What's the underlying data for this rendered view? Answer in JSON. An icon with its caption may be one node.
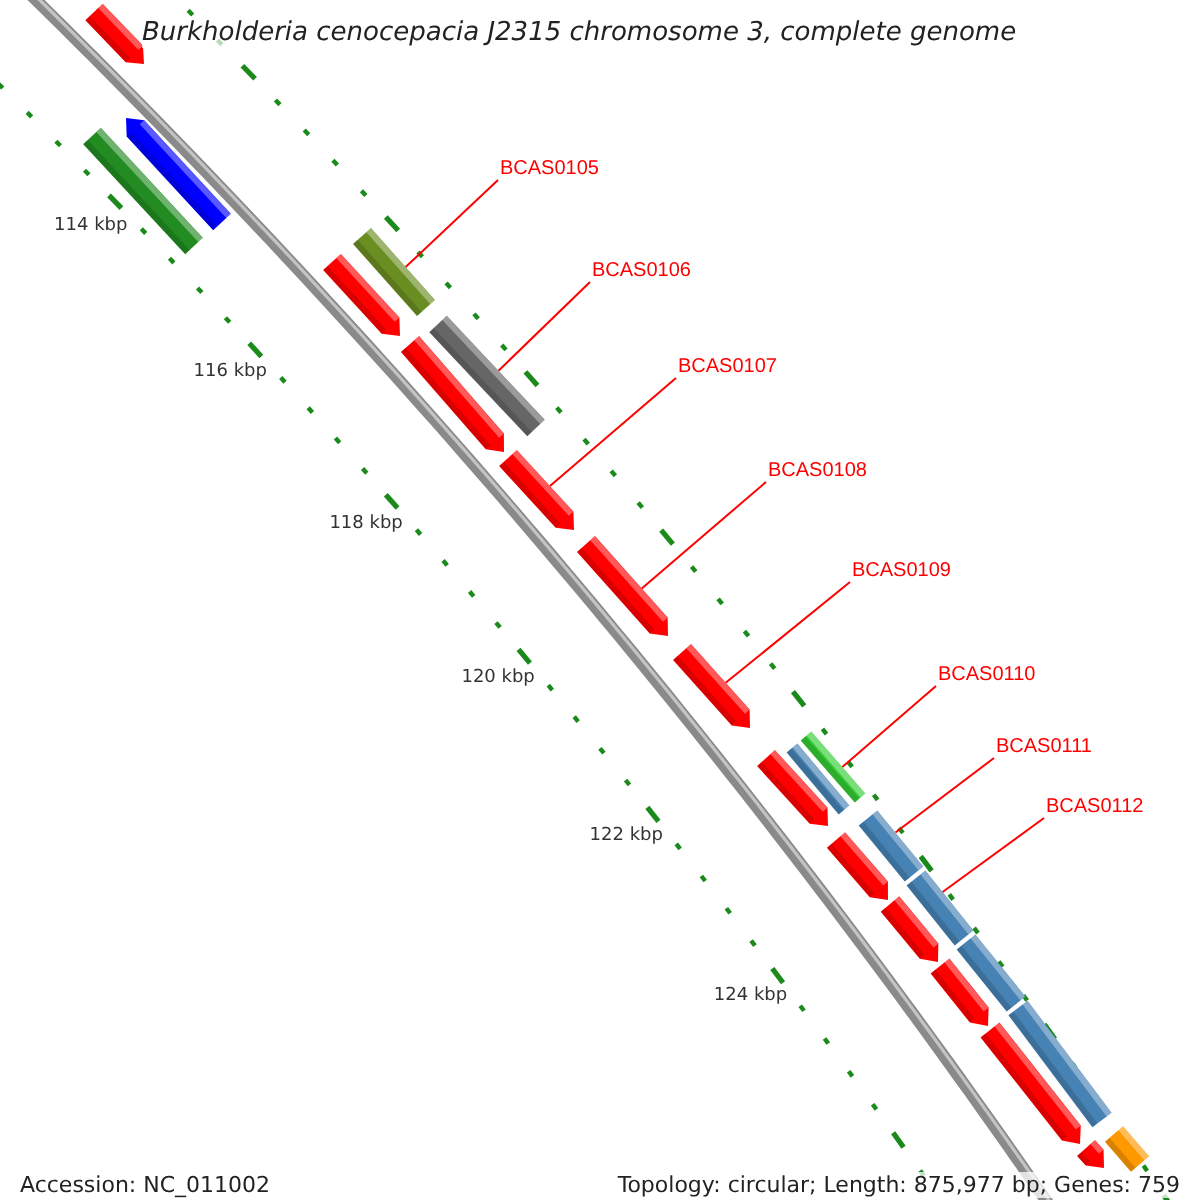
{
  "diagram": {
    "title": "Burkholderia cenocepacia J2315 chromosome 3, complete genome",
    "nodes": [
      {
        "text": [
          "BCAS0105"
        ]
      },
      {
        "text": [
          "BCAS0106"
        ]
      },
      {
        "text": [
          "BCAS0107"
        ]
      },
      {
        "text": [
          "BCAS0108"
        ]
      },
      {
        "text": [
          "BCAS0109"
        ]
      },
      {
        "text": [
          "BCAS0110"
        ]
      },
      {
        "text": [
          "BCAS0111"
        ]
      },
      {
        "text": [
          "BCAS0112"
        ]
      },
      {
        "text": [],
        "shape": "bar"
      },
      {
        "text": [],
        "shape": "bar"
      },
      {
        "text": [],
        "shape": "bar"
      },
      {
        "text": [],
        "shape": "bar"
      },
      {
        "text": [],
        "shape": "bar"
      },
      {
        "text": [],
        "shape": "bar"
      },
      {
        "text": [],
        "shape": "bar"
      },
      {
        "text": [],
        "shape": "bar"
      },
      {
        "text": [],
        "shape": "bar"
      },
      {
        "text": [],
        "shape": "bar"
      },
      {
        "text": [],
        "shape": "bar"
      },
      {
        "text": [],
        "shape": "bar"
      },
      {
        "text": [],
        "shape": "bar"
      },
      {
        "text": [],
        "shape": "bar"
      },
      {
        "text": [],
        "shape": "bar"
      },
      {
        "text": [],
        "shape": "bar"
      },
      {
        "text": [],
        "shape": "bar"
      },
      {
        "text": [],
        "shape": "bar"
      },
      {
        "text": [],
        "shape": "bar"
      },
      {
        "text": [],
        "shape": "bar"
      },
      {
        "text": [],
        "shape": "bar"
      },
      {
        "text": [],
        "shape": "bar"
      },
      {
        "text": [],
        "shape": "bar"
      }
    ],
    "edges": [
      {
        "from": 0,
        "to": 11,
        "arrow": "none"
      },
      {
        "from": 1,
        "to": 13,
        "arrow": "none"
      },
      {
        "from": 2,
        "to": 15,
        "arrow": "none"
      },
      {
        "from": 3,
        "to": 16,
        "arrow": "none"
      },
      {
        "from": 4,
        "to": 17,
        "arrow": "none"
      },
      {
        "from": 5,
        "to": 18,
        "arrow": "none"
      },
      {
        "from": 6,
        "to": 21,
        "arrow": "none"
      },
      {
        "from": 7,
        "to": 23,
        "arrow": "none"
      }
    ],
    "labels": [
      "114 kbp",
      "116 kbp",
      "118 kbp",
      "120 kbp",
      "122 kbp",
      "124 kbp",
      "Accession: NC_011002",
      "Topology: circular; Length: 875,977 bp; Genes: 759"
    ]
  }
}
